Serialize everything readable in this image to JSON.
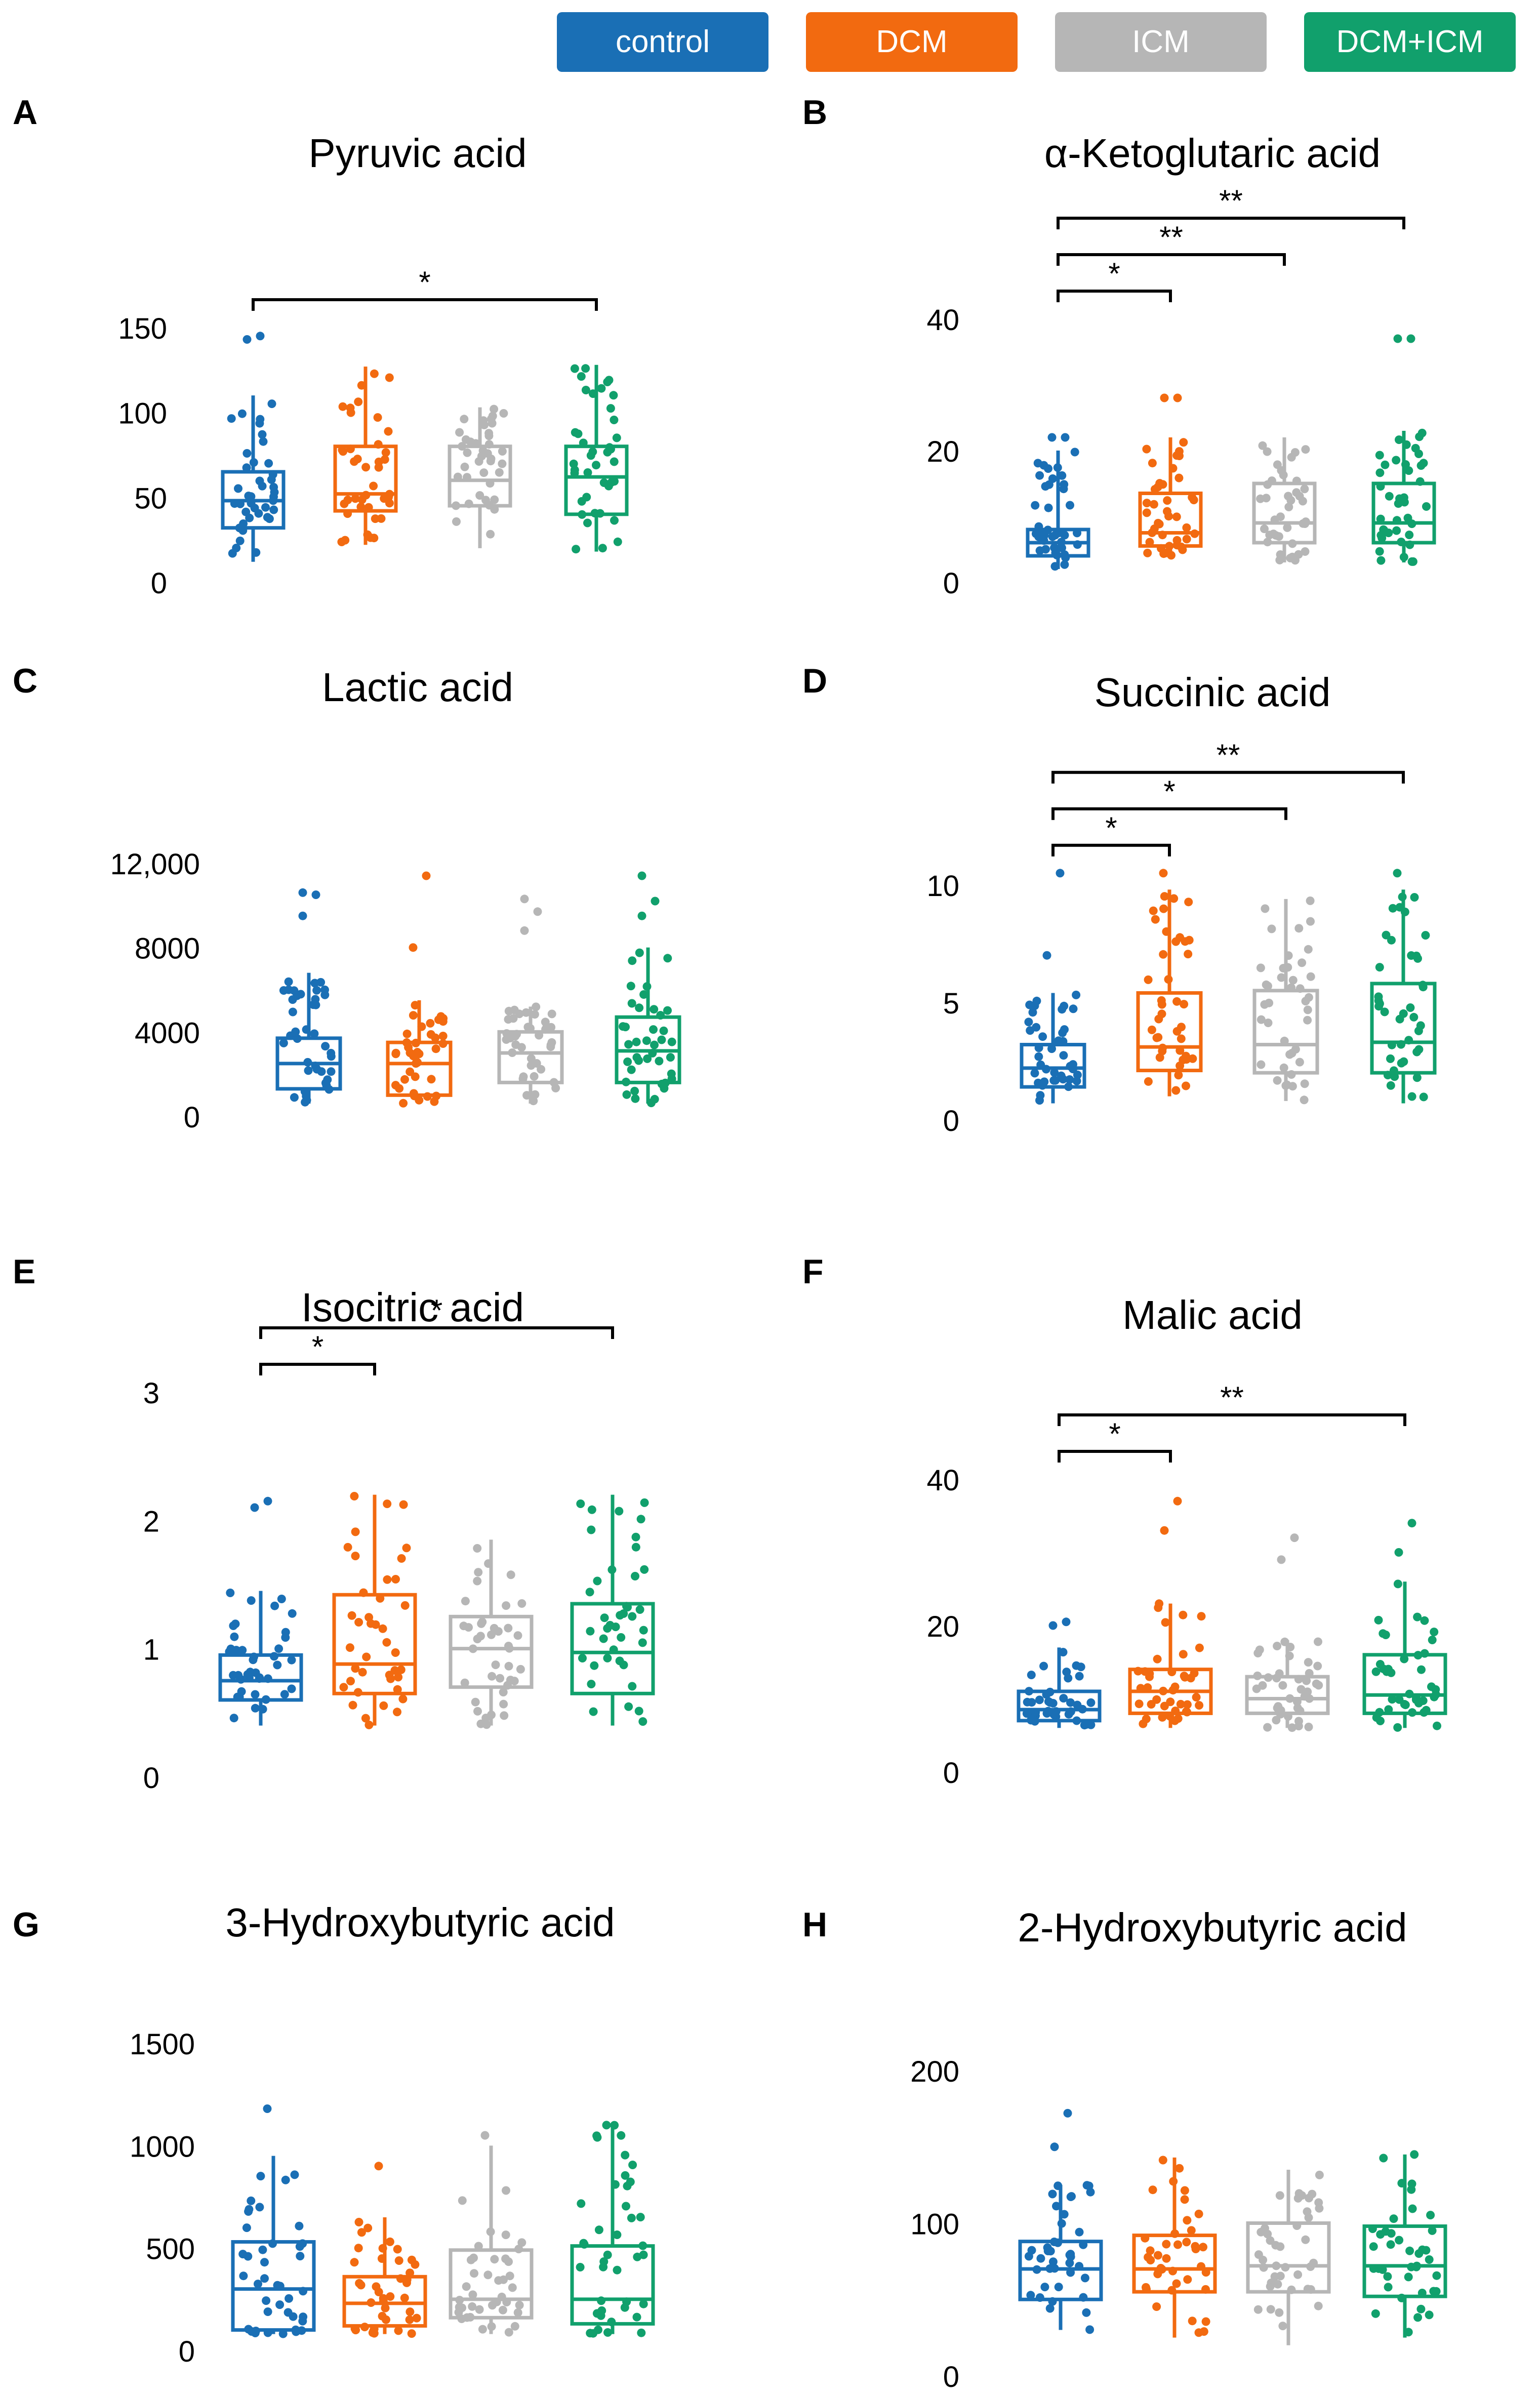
{
  "legend": [
    {
      "label": "control",
      "color": "#1a6fb5"
    },
    {
      "label": "DCM",
      "color": "#f26a10"
    },
    {
      "label": "ICM",
      "color": "#b6b6b6"
    },
    {
      "label": "DCM+ICM",
      "color": "#11a06c"
    }
  ],
  "chart_data": [
    {
      "panel": "A",
      "type": "box",
      "title": "Pyruvic acid",
      "categories": [
        "control",
        "DCM",
        "ICM",
        "DCM+ICM"
      ],
      "ylim": [
        0,
        150
      ],
      "yticks": [
        0,
        50,
        100,
        150
      ],
      "ytick_labels": [
        "0",
        "50",
        "100",
        "150"
      ],
      "boxes": [
        {
          "min": 12,
          "q1": 32,
          "median": 48,
          "q3": 65,
          "max": 110
        },
        {
          "min": 22,
          "q1": 42,
          "median": 52,
          "q3": 80,
          "max": 127
        },
        {
          "min": 20,
          "q1": 45,
          "median": 60,
          "q3": 80,
          "max": 103
        },
        {
          "min": 18,
          "q1": 40,
          "median": 62,
          "q3": 80,
          "max": 128
        }
      ],
      "outliers": [
        [
          143,
          145
        ],
        [],
        [],
        []
      ],
      "significance": [
        {
          "from": 0,
          "to": 3,
          "label": "*"
        }
      ]
    },
    {
      "panel": "B",
      "type": "box",
      "title": "α-Ketoglutaric acid",
      "categories": [
        "control",
        "DCM",
        "ICM",
        "DCM+ICM"
      ],
      "ylim": [
        0,
        40
      ],
      "yticks": [
        0,
        20,
        40
      ],
      "ytick_labels": [
        "0",
        "20",
        "40"
      ],
      "boxes": [
        {
          "min": 2,
          "q1": 4,
          "median": 6,
          "q3": 8,
          "max": 20
        },
        {
          "min": 4,
          "q1": 5.5,
          "median": 7.5,
          "q3": 13.5,
          "max": 22
        },
        {
          "min": 3,
          "q1": 6,
          "median": 9,
          "q3": 15,
          "max": 22
        },
        {
          "min": 3,
          "q1": 6,
          "median": 9,
          "q3": 15,
          "max": 23
        }
      ],
      "outliers": [
        [
          22,
          22
        ],
        [
          28,
          28
        ],
        [],
        [
          37,
          37
        ]
      ],
      "significance": [
        {
          "from": 0,
          "to": 1,
          "label": "*"
        },
        {
          "from": 0,
          "to": 2,
          "label": "**"
        },
        {
          "from": 0,
          "to": 3,
          "label": "**"
        }
      ]
    },
    {
      "panel": "C",
      "type": "box",
      "title": "Lactic acid",
      "categories": [
        "control",
        "DCM",
        "ICM",
        "DCM+ICM"
      ],
      "ylim": [
        0,
        12000
      ],
      "yticks": [
        0,
        4000,
        8000,
        12000
      ],
      "ytick_labels": [
        "0",
        "4000",
        "8000",
        "12,000"
      ],
      "boxes": [
        {
          "min": 600,
          "q1": 1300,
          "median": 2500,
          "q3": 3700,
          "max": 6800
        },
        {
          "min": 600,
          "q1": 1000,
          "median": 2500,
          "q3": 3500,
          "max": 5500
        },
        {
          "min": 600,
          "q1": 1600,
          "median": 3000,
          "q3": 4000,
          "max": 5200
        },
        {
          "min": 600,
          "q1": 1600,
          "median": 3100,
          "q3": 4700,
          "max": 8000
        }
      ],
      "outliers": [
        [
          9500,
          10500,
          10600
        ],
        [
          8000,
          11400
        ],
        [
          8800,
          9700,
          10300
        ],
        [
          9500,
          10200,
          11400
        ]
      ],
      "significance": []
    },
    {
      "panel": "D",
      "type": "box",
      "title": "Succinic acid",
      "categories": [
        "control",
        "DCM",
        "ICM",
        "DCM+ICM"
      ],
      "ylim": [
        0,
        10
      ],
      "yticks": [
        0,
        5,
        10
      ],
      "ytick_labels": [
        "0",
        "5",
        "10"
      ],
      "boxes": [
        {
          "min": 0.7,
          "q1": 1.4,
          "median": 2.2,
          "q3": 3.2,
          "max": 5.4
        },
        {
          "min": 1.0,
          "q1": 2.1,
          "median": 3.1,
          "q3": 5.4,
          "max": 9.8
        },
        {
          "min": 0.8,
          "q1": 2.0,
          "median": 3.2,
          "q3": 5.5,
          "max": 9.4
        },
        {
          "min": 0.7,
          "q1": 2.0,
          "median": 3.3,
          "q3": 5.8,
          "max": 9.8
        }
      ],
      "outliers": [
        [
          7.0,
          10.5
        ],
        [
          10.5
        ],
        [],
        [
          10.5
        ]
      ],
      "significance": [
        {
          "from": 0,
          "to": 1,
          "label": "*"
        },
        {
          "from": 0,
          "to": 2,
          "label": "*"
        },
        {
          "from": 0,
          "to": 3,
          "label": "**"
        }
      ]
    },
    {
      "panel": "E",
      "type": "box",
      "title": "Isocitric acid",
      "categories": [
        "control",
        "DCM",
        "ICM",
        "DCM+ICM"
      ],
      "ylim": [
        0,
        3
      ],
      "yticks": [
        0,
        1,
        2,
        3
      ],
      "ytick_labels": [
        "0",
        "1",
        "2",
        "3"
      ],
      "boxes": [
        {
          "min": 0.4,
          "q1": 0.6,
          "median": 0.75,
          "q3": 0.95,
          "max": 1.45
        },
        {
          "min": 0.4,
          "q1": 0.65,
          "median": 0.88,
          "q3": 1.42,
          "max": 2.2
        },
        {
          "min": 0.4,
          "q1": 0.7,
          "median": 1.0,
          "q3": 1.25,
          "max": 1.85
        },
        {
          "min": 0.4,
          "q1": 0.65,
          "median": 0.97,
          "q3": 1.35,
          "max": 2.2
        }
      ],
      "outliers": [
        [
          2.1,
          2.15
        ],
        [],
        [],
        []
      ],
      "significance": [
        {
          "from": 0,
          "to": 1,
          "label": "*"
        },
        {
          "from": 0,
          "to": 3,
          "label": "*"
        }
      ]
    },
    {
      "panel": "F",
      "type": "box",
      "title": "Malic acid",
      "categories": [
        "control",
        "DCM",
        "ICM",
        "DCM+ICM"
      ],
      "ylim": [
        0,
        40
      ],
      "yticks": [
        0,
        20,
        40
      ],
      "ytick_labels": [
        "0",
        "20",
        "40"
      ],
      "boxes": [
        {
          "min": 6,
          "q1": 7,
          "median": 8.5,
          "q3": 11,
          "max": 17
        },
        {
          "min": 6,
          "q1": 8,
          "median": 11,
          "q3": 14,
          "max": 23
        },
        {
          "min": 6,
          "q1": 8,
          "median": 10,
          "q3": 13,
          "max": 18
        },
        {
          "min": 6,
          "q1": 8,
          "median": 10.5,
          "q3": 16,
          "max": 26
        }
      ],
      "outliers": [
        [
          20,
          20.5
        ],
        [
          33,
          37
        ],
        [
          29,
          32
        ],
        [
          30,
          34
        ]
      ],
      "significance": [
        {
          "from": 0,
          "to": 1,
          "label": "*"
        },
        {
          "from": 0,
          "to": 3,
          "label": "**"
        }
      ]
    },
    {
      "panel": "G",
      "type": "box",
      "title": "3-Hydroxybutyric acid",
      "categories": [
        "control",
        "DCM",
        "ICM",
        "DCM+ICM"
      ],
      "ylim": [
        0,
        1500
      ],
      "yticks": [
        0,
        500,
        1000,
        1500
      ],
      "ytick_labels": [
        "0",
        "500",
        "1000",
        "1500"
      ],
      "boxes": [
        {
          "min": 80,
          "q1": 100,
          "median": 300,
          "q3": 530,
          "max": 950
        },
        {
          "min": 80,
          "q1": 120,
          "median": 230,
          "q3": 360,
          "max": 650
        },
        {
          "min": 80,
          "q1": 160,
          "median": 250,
          "q3": 490,
          "max": 1000
        },
        {
          "min": 80,
          "q1": 130,
          "median": 250,
          "q3": 510,
          "max": 1100
        }
      ],
      "outliers": [
        [
          1180
        ],
        [
          900
        ],
        [
          1050
        ],
        [
          1100
        ]
      ],
      "significance": []
    },
    {
      "panel": "H",
      "type": "box",
      "title": "2-Hydroxybutyric acid",
      "categories": [
        "control",
        "DCM",
        "ICM",
        "DCM+ICM"
      ],
      "ylim": [
        0,
        200
      ],
      "yticks": [
        0,
        100,
        200
      ],
      "ytick_labels": [
        "0",
        "100",
        "200"
      ],
      "boxes": [
        {
          "min": 30,
          "q1": 50,
          "median": 70,
          "q3": 88,
          "max": 125
        },
        {
          "min": 25,
          "q1": 55,
          "median": 70,
          "q3": 92,
          "max": 143
        },
        {
          "min": 20,
          "q1": 55,
          "median": 72,
          "q3": 100,
          "max": 135
        },
        {
          "min": 25,
          "q1": 52,
          "median": 72,
          "q3": 98,
          "max": 145
        }
      ],
      "outliers": [
        [
          150,
          172
        ],
        [],
        [],
        []
      ],
      "significance": []
    }
  ]
}
